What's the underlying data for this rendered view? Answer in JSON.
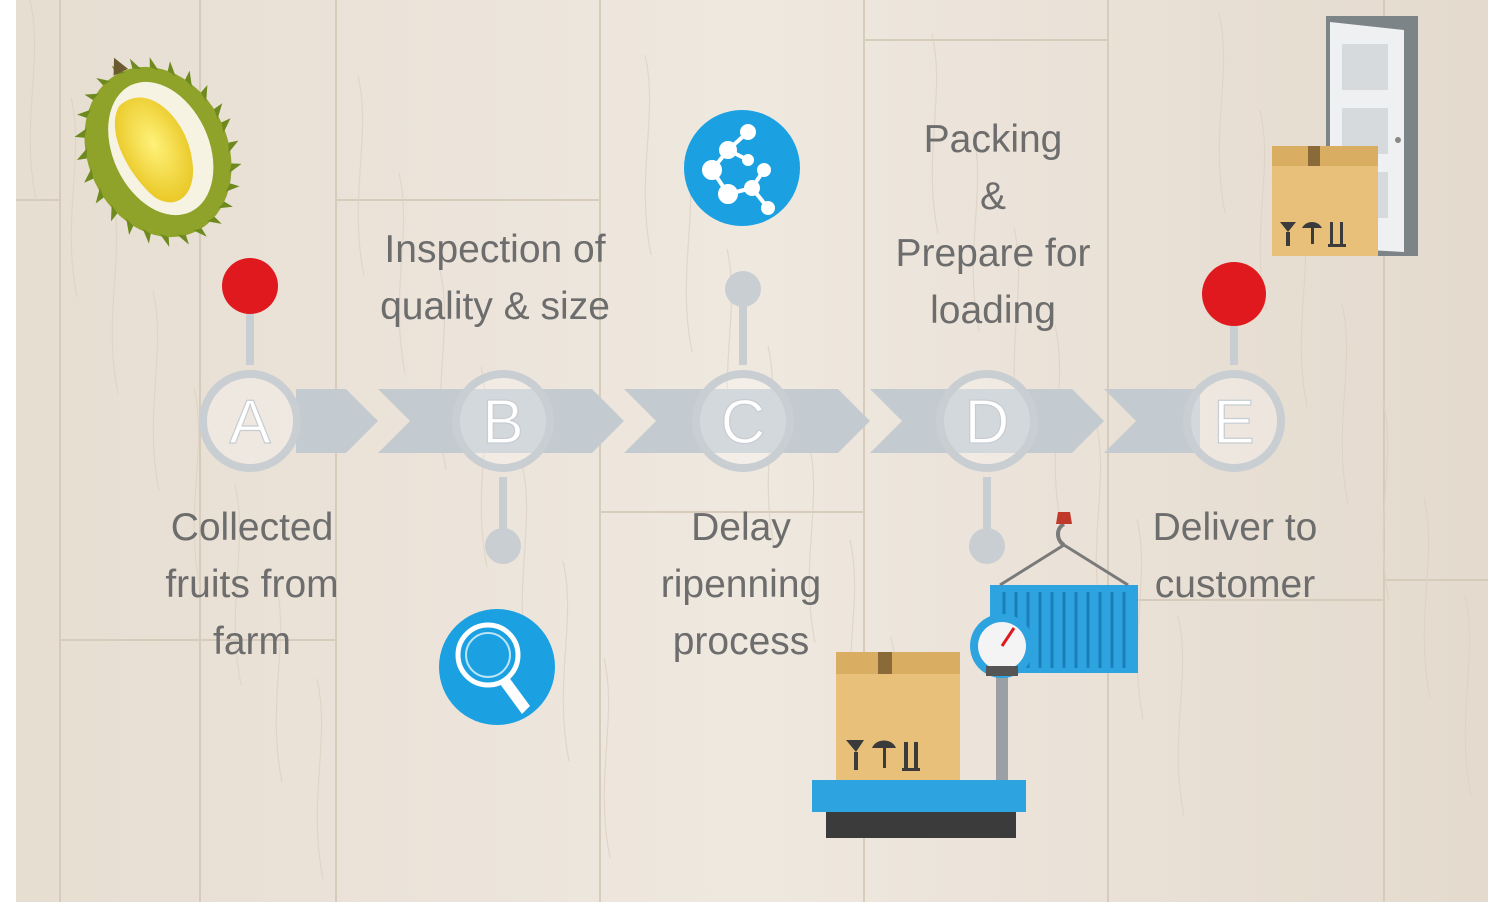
{
  "colors": {
    "wood_light": "#ece5dc",
    "wood_mid": "#dcd1c4",
    "wood_dark": "#c6b7a5",
    "track": "#c4cbd0",
    "marker_red": "#e0191e",
    "marker_grey": "#c9ced2",
    "icon_blue": "#1ba1e2",
    "box": "#e8c07a",
    "box_dark": "#cfa35c",
    "scale_blue": "#2da3e0",
    "label_grey": "#6d6d6d"
  },
  "steps": [
    {
      "letter": "A",
      "lines": [
        "Collected",
        "fruits from",
        "farm"
      ],
      "marker": "red",
      "label_side": "below"
    },
    {
      "letter": "B",
      "lines": [
        "Inspection  of",
        "quality & size"
      ],
      "marker": "grey",
      "label_side": "above"
    },
    {
      "letter": "C",
      "lines": [
        "Delay",
        "ripenning",
        "process"
      ],
      "marker": "grey",
      "label_side": "below"
    },
    {
      "letter": "D",
      "lines": [
        "Packing",
        "&",
        "Prepare for",
        "loading"
      ],
      "marker": "grey",
      "label_side": "above"
    },
    {
      "letter": "E",
      "lines": [
        "Deliver to",
        "customer"
      ],
      "marker": "red",
      "label_side": "below"
    }
  ],
  "icons": {
    "fruit": "durian-icon",
    "inspection": "magnifier-icon",
    "ripening": "molecule-icon",
    "packing": "scale-with-box-and-container-icon",
    "delivery": "door-with-box-icon"
  }
}
